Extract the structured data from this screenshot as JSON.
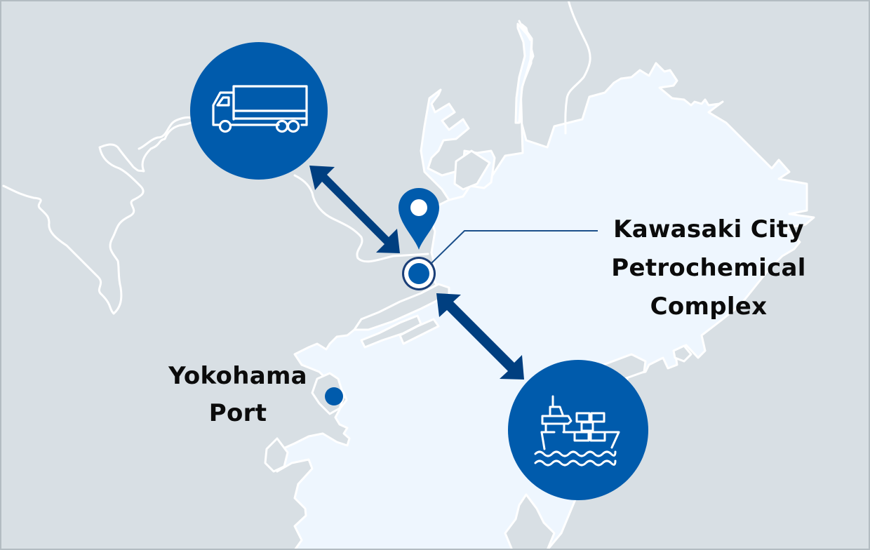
{
  "map": {
    "colors": {
      "water": "#d8dfe4",
      "land": "#eef6fe",
      "coastline": "#ffffff",
      "accent": "#005bac",
      "arrow": "#003f80",
      "label": "#0b0b0b",
      "frame": "#b3bcc2"
    },
    "markers": [
      {
        "id": "kawasaki-pin",
        "type": "map-pin",
        "icon": "location-pin-icon"
      },
      {
        "id": "kawasaki-site",
        "type": "target-dot",
        "icon": "ring-dot-icon"
      },
      {
        "id": "yokohama-port",
        "type": "dot",
        "icon": "dot-icon"
      }
    ],
    "transport_modes": [
      {
        "id": "truck",
        "icon": "truck-icon",
        "connection": "bidirectional-arrow"
      },
      {
        "id": "ship",
        "icon": "cargo-ship-icon",
        "connection": "bidirectional-arrow"
      }
    ]
  },
  "labels": {
    "kawasaki": {
      "line1": "Kawasaki City",
      "line2": "Petrochemical",
      "line3": "Complex"
    },
    "yokohama": {
      "line1": "Yokohama",
      "line2": "Port"
    }
  }
}
